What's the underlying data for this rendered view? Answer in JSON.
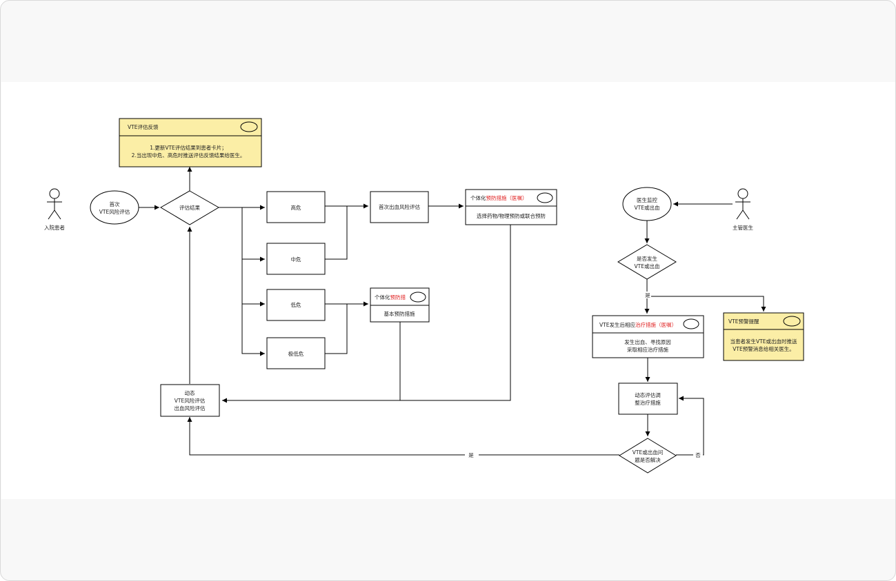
{
  "colors": {
    "note_fill": "#fbeea6",
    "border": "#000000",
    "accent_red": "#e02020",
    "line": "#000000"
  },
  "actors": {
    "patient": "入院患者",
    "doctor": "主管医生"
  },
  "icons": {
    "actor": "person-stick-icon",
    "note": "ellipse-badge-icon"
  },
  "feedback_note": {
    "title": "VTE评估反馈",
    "line1": "1.更新VTE评估结果到患者卡片；",
    "line2": "2.当出现中危、高危时推送评估反馈结果给医生。"
  },
  "first_assessment": {
    "line1": "首次",
    "line2": "VTE风险评估"
  },
  "result_decision": "评估结果",
  "risk_levels": {
    "high": "高危",
    "medium": "中危",
    "low": "低危",
    "very_low": "极低危"
  },
  "bleed_assessment": "首次出血风险评估",
  "individual_prevention": {
    "prefix": "个体化",
    "red_text": "预防措施（医嘱）",
    "body": "选择药物/物理预防或联合预防"
  },
  "basic_prevention": {
    "prefix": "个体化",
    "red_text": "预防措",
    "body": "基本预防措施"
  },
  "dynamic_assessment": {
    "line1": "动态",
    "line2": "VTE风险评估",
    "line3": "出血风险评估"
  },
  "monitor": {
    "line1": "医生监控",
    "line2": "VTE或出血"
  },
  "occurred_decision": {
    "line1": "是否发生",
    "line2": "VTE或出血"
  },
  "yes_label": "是",
  "no_label": "否",
  "treatment_order": {
    "prefix": "VTE发生后相应",
    "red_text": "治疗措施（医嘱）",
    "line1": "发生出血、寻找原因",
    "line2": "采取相应治疗措施"
  },
  "warning_note": {
    "title": "VTE预警提醒",
    "line1": "当患者发生VTE或出血时推送",
    "line2": "VTE预警消息给相关医生。"
  },
  "dynamic_adjust": {
    "line1": "动态评估调",
    "line2": "整治疗措施"
  },
  "resolved_decision": {
    "line1": "VTE或出血问",
    "line2": "题是否解决"
  }
}
